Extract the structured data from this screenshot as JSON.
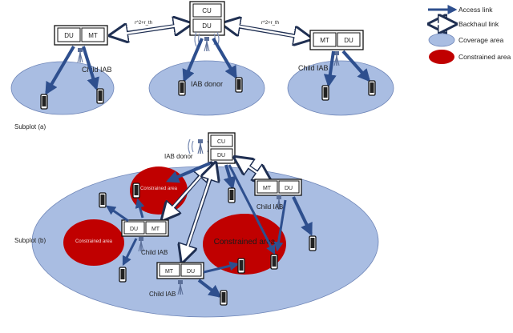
{
  "legend": {
    "access_link": "Access link",
    "backhaul_link": "Backhaul link",
    "coverage_area": "Coverage area",
    "constrained_area": "Constrained area"
  },
  "labels": {
    "du": "DU",
    "mt": "MT",
    "cu": "CU",
    "iab_donor": "IAB donor",
    "child_iab": "Child IAB",
    "constrained_area": "Constrained area",
    "subplot_a": "Subplot (a)",
    "subplot_b": "Subplot (b)",
    "r_th_left": "r^2+r_th",
    "r_th_right": "r^2+r_th"
  },
  "colors": {
    "coverage": "#a9bde2",
    "coverage_stroke": "#6f86b8",
    "constrained": "#c00000",
    "access_link": "#2e4f8e",
    "backhaul_fill": "#ffffff",
    "backhaul_stroke": "#1f2f52"
  },
  "icons": {
    "phone": "phone-icon",
    "antenna": "antenna-icon"
  }
}
